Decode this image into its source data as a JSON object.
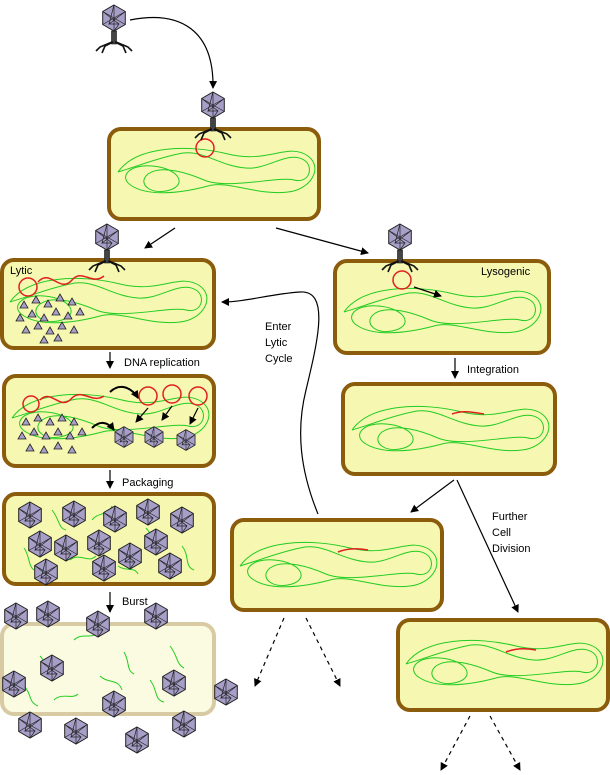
{
  "colors": {
    "cell_fill": "#f6f7b0",
    "cell_border": "#8a5c0c",
    "burst_fill": "#fbfbe1",
    "burst_border": "#d8caa2",
    "bacterial_dna": "#22cc22",
    "phage_dna": "#e02020",
    "phage_head": "#a79fc8",
    "phage_outline": "#222222",
    "arrow": "#000000"
  },
  "labels": {
    "lytic": "Lytic",
    "lysogenic": "Lysogenic",
    "dna_replication": "DNA replication",
    "packaging": "Packaging",
    "burst": "Burst",
    "integration": "Integration",
    "enter_lytic_cycle": [
      "Enter",
      "Lytic",
      "Cycle"
    ],
    "further_cell_division": [
      "Further",
      "Cell",
      "Division"
    ]
  },
  "icons": [
    "bacteriophage-icon",
    "phage-capsid-icon",
    "protein-subunit-icon"
  ]
}
